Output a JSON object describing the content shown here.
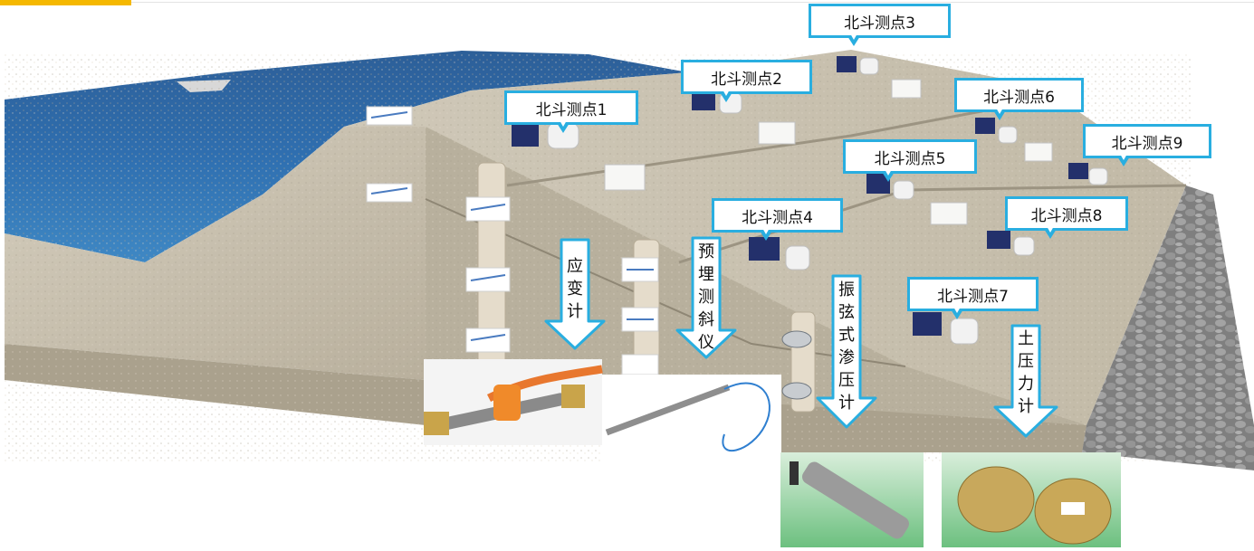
{
  "beidou_points": [
    {
      "label": "北斗测点1"
    },
    {
      "label": "北斗测点2"
    },
    {
      "label": "北斗测点3"
    },
    {
      "label": "北斗测点4"
    },
    {
      "label": "北斗测点5"
    },
    {
      "label": "北斗测点6"
    },
    {
      "label": "北斗测点7"
    },
    {
      "label": "北斗测点8"
    },
    {
      "label": "北斗测点9"
    }
  ],
  "instruments": [
    {
      "label_chars": [
        "应",
        "变",
        "计"
      ]
    },
    {
      "label_chars": [
        "预",
        "埋",
        "测",
        "斜",
        "仪"
      ]
    },
    {
      "label_chars": [
        "振",
        "弦",
        "式",
        "渗",
        "压",
        "计"
      ]
    },
    {
      "label_chars": [
        "土",
        "压",
        "力",
        "计"
      ]
    }
  ],
  "colors": {
    "callout_border": "#29aee0",
    "arrow_border": "#29aee0",
    "reservoir": "#2f6fb0",
    "dam_slope": "#c7bfae",
    "riprap": "#8a8a8a",
    "accent_tab": "#f5b800"
  }
}
